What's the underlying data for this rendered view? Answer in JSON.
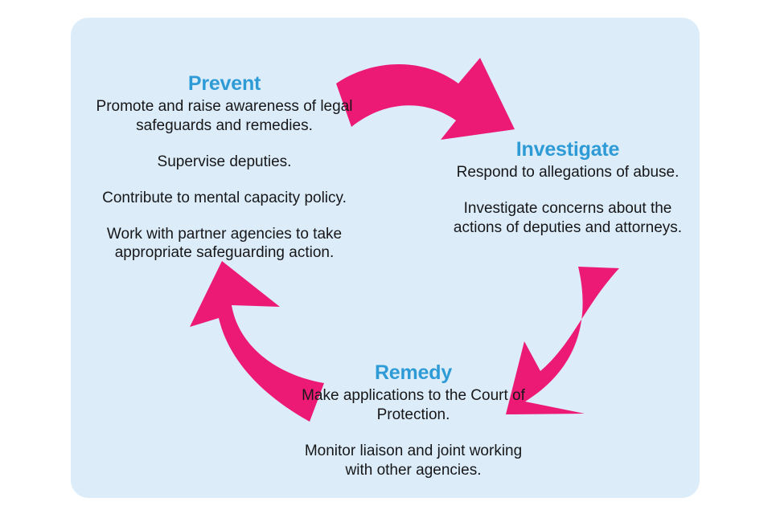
{
  "diagram": {
    "type": "cycle",
    "title_visible": false,
    "colors": {
      "background": "#ffffff",
      "panel": "#dcedf9",
      "arrow": "#ec1a74",
      "heading": "#2e9bd6",
      "body_text": "#17171a"
    },
    "stages": [
      {
        "id": "prevent",
        "heading": "Prevent",
        "paragraphs": [
          "Promote and raise awareness of legal safeguards and remedies.",
          "Supervise deputies.",
          "Contribute to mental capacity policy.",
          "Work with partner agencies to take appropriate safeguarding action."
        ]
      },
      {
        "id": "investigate",
        "heading": "Investigate",
        "paragraphs": [
          "Respond to allegations of abuse.",
          "Investigate concerns about the actions of deputies and attorneys."
        ]
      },
      {
        "id": "remedy",
        "heading": "Remedy",
        "paragraphs": [
          "Make applications to the Court of Protection.",
          "Monitor liaison and joint working with other agencies."
        ]
      }
    ],
    "arrows": [
      {
        "id": "prevent-to-investigate",
        "from": "prevent",
        "to": "investigate",
        "direction": "clockwise-top"
      },
      {
        "id": "investigate-to-remedy",
        "from": "investigate",
        "to": "remedy",
        "direction": "clockwise-right"
      },
      {
        "id": "remedy-to-prevent",
        "from": "remedy",
        "to": "prevent",
        "direction": "clockwise-left"
      }
    ]
  }
}
